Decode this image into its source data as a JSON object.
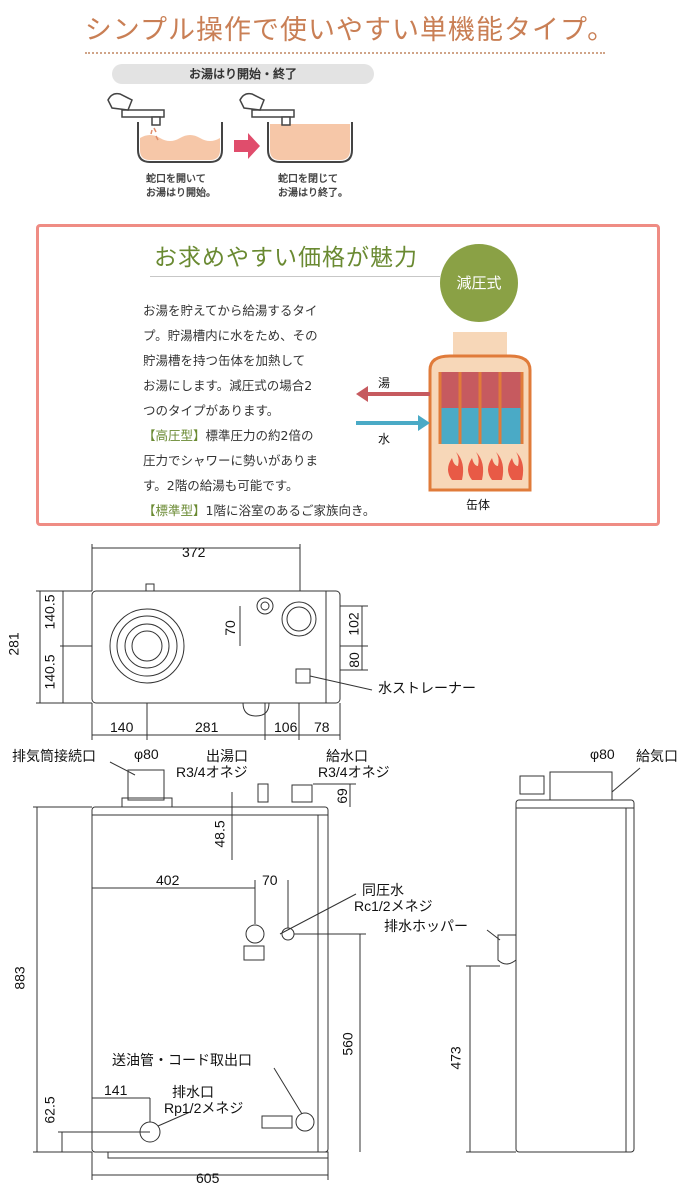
{
  "title": "シンプル操作で使いやすい単機能タイプ。",
  "operation": {
    "label": "お湯はり開始・終了",
    "step1": [
      "蛇口を開いて",
      "お湯はり開始。"
    ],
    "step2": [
      "蛇口を閉じて",
      "お湯はり終了。"
    ]
  },
  "feature": {
    "heading": "お求めやすい価格が魅力",
    "badge": "減圧式",
    "text_lines": [
      "お湯を貯えてから給湯するタイ",
      "プ。貯湯槽内に水をため、その",
      "貯湯槽を持つ缶体を加熱して",
      "お湯にします。減圧式の場合2",
      "つのタイプがあります。"
    ],
    "high_tag": "【高圧型】",
    "high_lines": [
      "標準圧力の約2倍の",
      "圧力でシャワーに勢いがありま",
      "す。2階の給湯も可能です。"
    ],
    "std_tag": "【標準型】",
    "std_text": "1階に浴室のあるご家族向き。",
    "hot_label": "湯",
    "cold_label": "水",
    "body_label": "缶体"
  },
  "dims": {
    "top_width": "372",
    "top_h1": "140.5",
    "top_h2": "140.5",
    "top_total": "281",
    "top_70": "70",
    "top_102": "102",
    "top_80": "80",
    "bottom_140": "140",
    "bottom_281": "281",
    "bottom_106": "106",
    "bottom_78": "78",
    "strainer": "水ストレーナー",
    "exhaust": "排気筒接続口",
    "phi80": "φ80",
    "hot_out": "出湯口",
    "hot_out_thread": "R3/4オネジ",
    "water_in": "給水口",
    "water_in_thread": "R3/4オネジ",
    "d69": "69",
    "d48": "48.5",
    "d402": "402",
    "d70": "70",
    "press_valve": "同圧水",
    "press_thread": "Rc1/2メネジ",
    "d883": "883",
    "d560": "560",
    "cord": "送油管・コード取出口",
    "drain": "排水口",
    "drain_thread": "Rp1/2メネジ",
    "d141": "141",
    "d62": "62.5",
    "d605": "605",
    "side_phi80": "φ80",
    "air_in": "給気口",
    "hopper": "排水ホッパー",
    "d473": "473"
  }
}
